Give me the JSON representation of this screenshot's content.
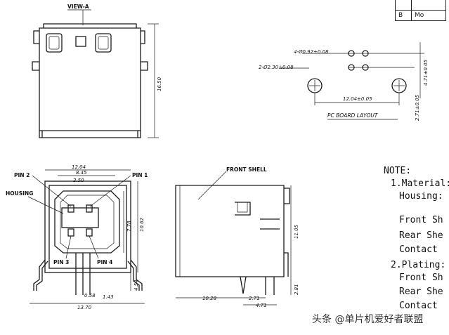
{
  "table": {
    "row_b_code": "B",
    "row_b_text": "Mo"
  },
  "view_title": "VIEW-A",
  "pcb": {
    "title": "PC BOARD LAYOUT",
    "hole_small": "4-Ø0.92±0.08",
    "hole_large": "2-Ø2.30±0.08",
    "dim_spacing": "12.04±0.05",
    "dim_vertical": "4.71±0.05",
    "dim_vertical2": "2.71±0.05"
  },
  "top_view": {
    "height": "16.50"
  },
  "front_view": {
    "width_top": "12.04",
    "width_mid": "8.45",
    "width_inner": "2.50",
    "height_outer": "10.62",
    "height_inner": "7.78",
    "pin_len": "4.54",
    "pin_gap": "0.58",
    "pin_off": "1.43",
    "width_bottom": "13.70",
    "pin1": "PIN 1",
    "pin2": "PIN 2",
    "pin3": "PIN 3",
    "pin4": "PIN 4",
    "housing": "HOUSING"
  },
  "side_view": {
    "front_shell": "FRONT SHELL",
    "height": "11.05",
    "pin_height": "2.81",
    "dim_a": "10.28",
    "dim_b": "2.71",
    "dim_c": "4.71"
  },
  "notes": {
    "title": "NOTE:",
    "l1": "1.Material:",
    "l2": "Housing:",
    "l3": "Front Sh",
    "l4": "Rear She",
    "l5": "Contact",
    "l6": "2.Plating:",
    "l7": "Front Sh",
    "l8": "Rear She",
    "l9": "Contact"
  },
  "watermark": "头条 @单片机爱好者联盟"
}
